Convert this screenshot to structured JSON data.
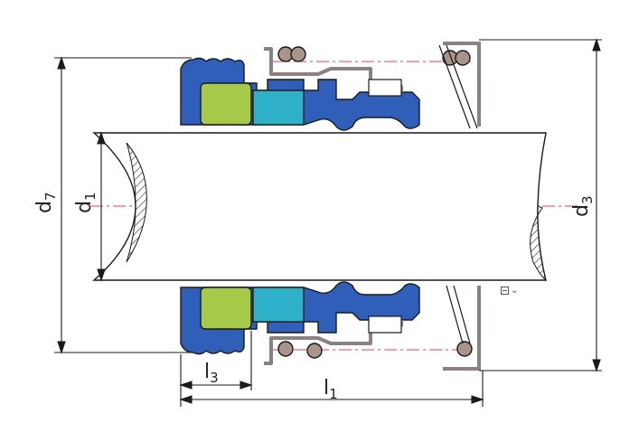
{
  "labels": {
    "d7": {
      "main": "d",
      "sub": "7"
    },
    "d1": {
      "main": "d",
      "sub": "1"
    },
    "d3": {
      "main": "d",
      "sub": "3"
    },
    "l3": {
      "main": "l",
      "sub": "3"
    },
    "l1": {
      "main": "l",
      "sub": "1"
    }
  },
  "colors": {
    "seal_blue": "#2f5fb8",
    "seal_teal": "#2eb0c8",
    "seal_green": "#a6c94a",
    "spring_brown": "#a89488",
    "housing_gray": "#8a8180",
    "centerline_red": "#e0405a",
    "line_black": "#1a1a1a"
  },
  "toolbar": {
    "icon": "image-options-icon",
    "chevron": "⌄"
  }
}
